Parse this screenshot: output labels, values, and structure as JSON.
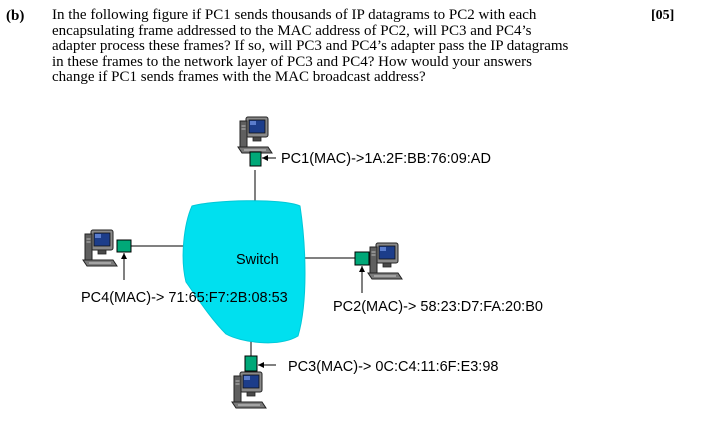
{
  "question": {
    "label": "(b)",
    "marks": "[05]",
    "lines": [
      "In the following figure if PC1 sends thousands of IP datagrams to PC2 with each",
      "encapsulating frame addressed to the MAC address of PC2, will PC3 and PC4’s",
      "adapter process these frames? If so, will PC3 and PC4’s adapter pass the IP datagrams",
      "in these frames to the network layer of PC3 and PC4? How would your answers",
      "change if PC1 sends frames with the MAC broadcast address?"
    ]
  },
  "figure": {
    "switch_label": "Switch",
    "pc1_label": "PC1(MAC)->1A:2F:BB:76:09:AD",
    "pc2_label": "PC2(MAC)-> 58:23:D7:FA:20:B0",
    "pc3_label": "PC3(MAC)-> 0C:C4:11:6F:E3:98",
    "pc4_label": "PC4(MAC)-> 71:65:F7:2B:08:53",
    "colors": {
      "switch_fill": "#00e0ef",
      "adapter_fill": "#00a878",
      "computer_body": "#6b6b6b",
      "screen": "#1c3d8a"
    }
  }
}
